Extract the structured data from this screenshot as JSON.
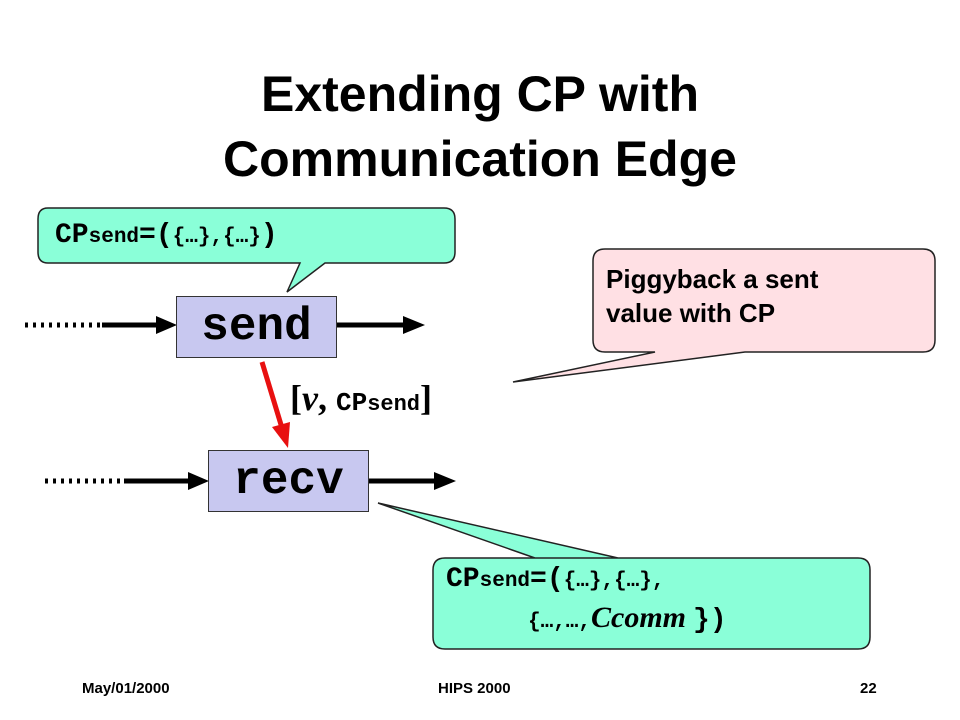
{
  "slide": {
    "title_line1": "Extending CP with",
    "title_line2": "Communication Edge"
  },
  "callout_top": {
    "prefix": "CP",
    "sub": "send",
    "eq": "=(",
    "sets": "{…},{…}",
    "close": ")"
  },
  "callout_right": {
    "line1": "Piggyback a sent",
    "line2": "value with CP"
  },
  "callout_bottom": {
    "prefix": "CP",
    "sub": "send",
    "eq": "=(",
    "sets_line1": "{…},{…},",
    "sets_line2_start": "{…,…,",
    "ccomm": "Ccomm",
    "sets_line2_end": "})"
  },
  "nodes": {
    "send": "send",
    "recv": "recv"
  },
  "message": {
    "open": "[",
    "v": "v",
    "comma": ",",
    "cp": "CP",
    "sub": "send",
    "close": "]"
  },
  "footer": {
    "date": "May/01/2000",
    "venue": "HIPS 2000",
    "page": "22"
  },
  "colors": {
    "callout_green": "#8affd8",
    "callout_pink": "#ffe0e4",
    "node_fill": "#c8c8f0",
    "edge_red": "#e81010"
  }
}
